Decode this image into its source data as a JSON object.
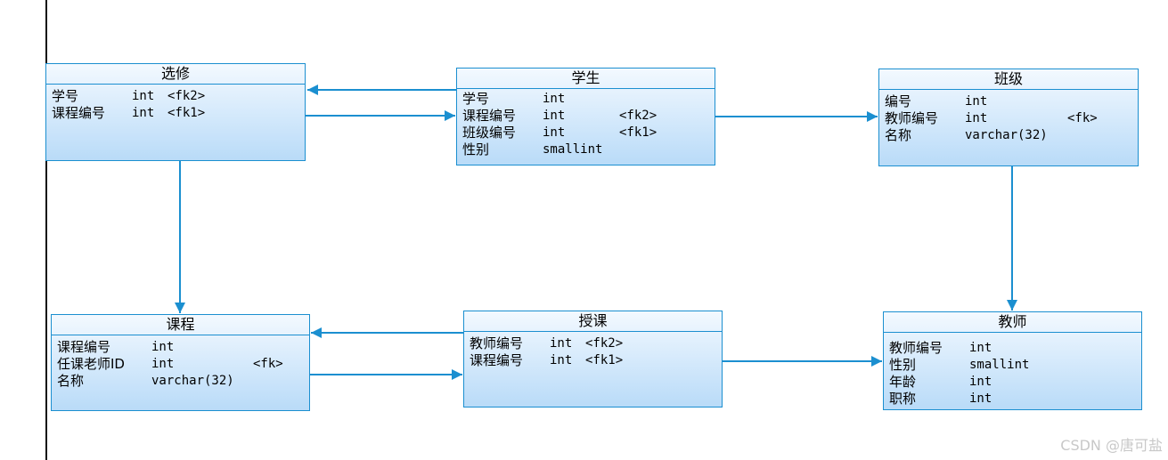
{
  "entities": {
    "xuanxiu": {
      "name": "选修",
      "attributes": [
        {
          "name": "学号",
          "type": "int",
          "key": "<fk2>"
        },
        {
          "name": "课程编号",
          "type": "int",
          "key": "<fk1>"
        }
      ]
    },
    "xuesheng": {
      "name": "学生",
      "attributes": [
        {
          "name": "学号",
          "type": "int",
          "key": ""
        },
        {
          "name": "课程编号",
          "type": "int",
          "key": "<fk2>"
        },
        {
          "name": "班级编号",
          "type": "int",
          "key": "<fk1>"
        },
        {
          "name": "性别",
          "type": "smallint",
          "key": ""
        }
      ]
    },
    "banji": {
      "name": "班级",
      "attributes": [
        {
          "name": "编号",
          "type": "int",
          "key": ""
        },
        {
          "name": "教师编号",
          "type": "int",
          "key": "<fk>"
        },
        {
          "name": "名称",
          "type": "varchar(32)",
          "key": ""
        }
      ]
    },
    "kecheng": {
      "name": "课程",
      "attributes": [
        {
          "name": "课程编号",
          "type": "int",
          "key": ""
        },
        {
          "name": "任课老师ID",
          "type": "int",
          "key": "<fk>"
        },
        {
          "name": "名称",
          "type": "varchar(32)",
          "key": ""
        }
      ]
    },
    "shouke": {
      "name": "授课",
      "attributes": [
        {
          "name": "教师编号",
          "type": "int",
          "key": "<fk2>"
        },
        {
          "name": "课程编号",
          "type": "int",
          "key": "<fk1>"
        }
      ]
    },
    "jiaoshi": {
      "name": "教师",
      "attributes": [
        {
          "name": "教师编号",
          "type": "int",
          "key": ""
        },
        {
          "name": "性别",
          "type": "smallint",
          "key": ""
        },
        {
          "name": "年龄",
          "type": "int",
          "key": ""
        },
        {
          "name": "职称",
          "type": "int",
          "key": ""
        }
      ]
    }
  },
  "colors": {
    "line": "#1b8fd0",
    "entity_border": "#1b8fd0"
  },
  "watermark": "CSDN @唐可盐"
}
